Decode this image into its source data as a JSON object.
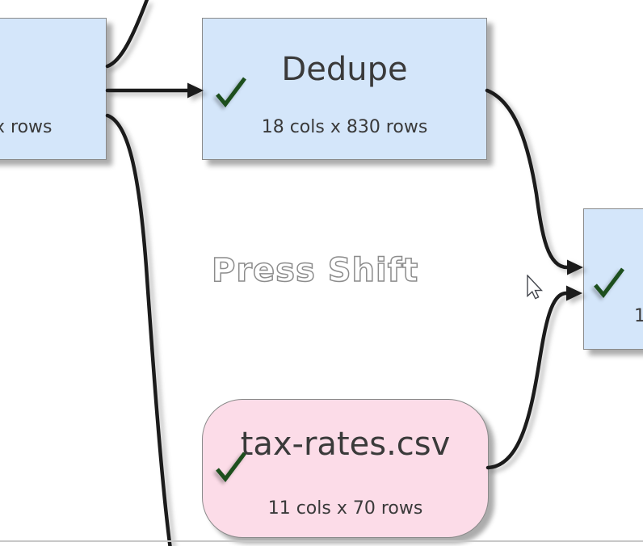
{
  "watermark": {
    "text": "Press Shift"
  },
  "colors": {
    "canvas_background": "#ffffff",
    "transform_node_fill": "#d4e6fa",
    "input_node_fill": "#fcdce8",
    "node_border": "#8a8a8a",
    "node_text": "#3a3a3a",
    "check_green": "#1d4f1d",
    "link_black": "#1b1b1b",
    "watermark_outline": "#8c8c8c"
  },
  "nodes": [
    {
      "id": "upstream-partial",
      "kind": "transform",
      "subtitle_fragment": "x rows",
      "clipped": "left edge of screen"
    },
    {
      "id": "dedupe",
      "kind": "transform",
      "title": "Dedupe",
      "subtitle": "18 cols x 830 rows",
      "status": "success"
    },
    {
      "id": "downstream-partial",
      "kind": "transform",
      "subtitle_fragment": "1",
      "status": "success",
      "clipped": "right edge of screen"
    },
    {
      "id": "tax-rates-csv",
      "kind": "input-file",
      "title": "tax-rates.csv",
      "subtitle": "11 cols x 70 rows",
      "status": "success"
    }
  ],
  "edges": [
    {
      "from": "upstream-partial",
      "to": "offscreen-top"
    },
    {
      "from": "upstream-partial",
      "to": "dedupe",
      "arrowhead": true
    },
    {
      "from": "upstream-partial",
      "to": "offscreen-bottom"
    },
    {
      "from": "dedupe",
      "to": "downstream-partial",
      "arrowhead": true
    },
    {
      "from": "tax-rates-csv",
      "to": "downstream-partial",
      "arrowhead": true
    }
  ],
  "icons": {
    "success_check": "checkmark",
    "pointer": "arrow-cursor"
  }
}
